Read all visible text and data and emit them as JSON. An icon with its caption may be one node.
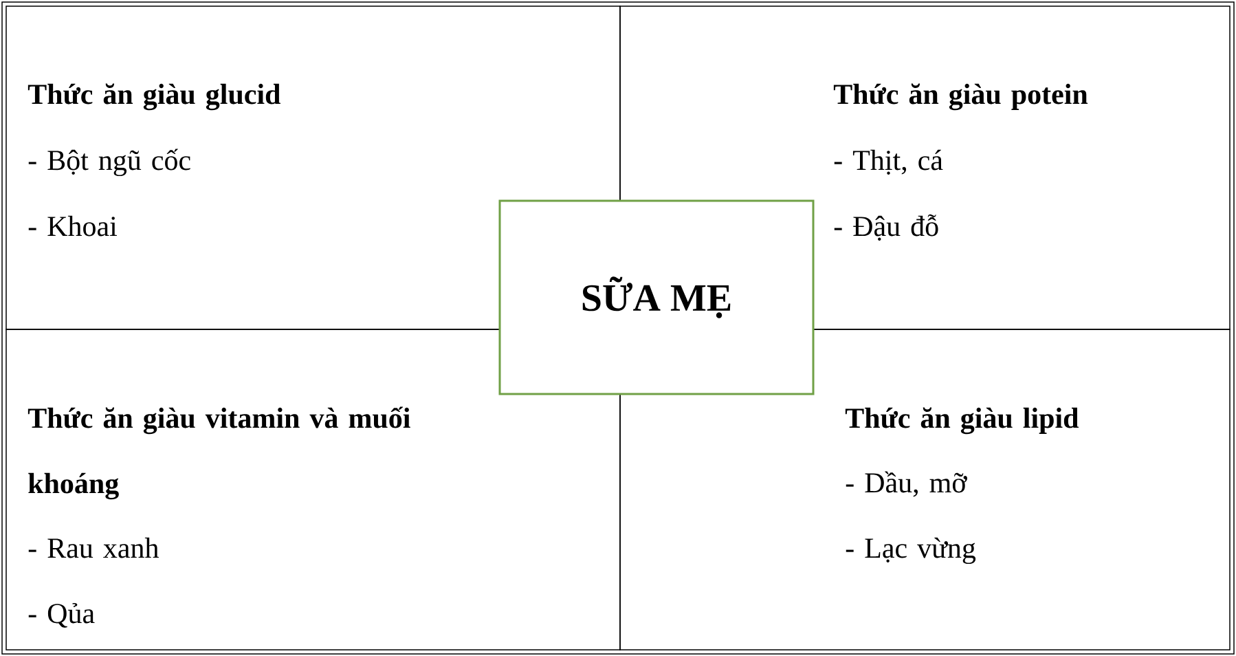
{
  "diagram": {
    "nodes": [
      {
        "text": [
          "Thức ăn giàu glucid",
          "- Bột ngũ cốc",
          "- Khoai"
        ]
      },
      {
        "text": [
          "Thức ăn giàu potein",
          "- Thịt, cá",
          "- Đậu đỗ"
        ]
      },
      {
        "text": [
          "Thức ăn giàu vitamin và muối khoáng",
          "- Rau xanh",
          "- Qủa"
        ]
      },
      {
        "text": [
          "Thức ăn giàu lipid",
          "- Dầu, mỡ",
          "- Lạc vừng"
        ]
      },
      {
        "text": [
          "SỮA MẸ"
        ]
      }
    ]
  }
}
